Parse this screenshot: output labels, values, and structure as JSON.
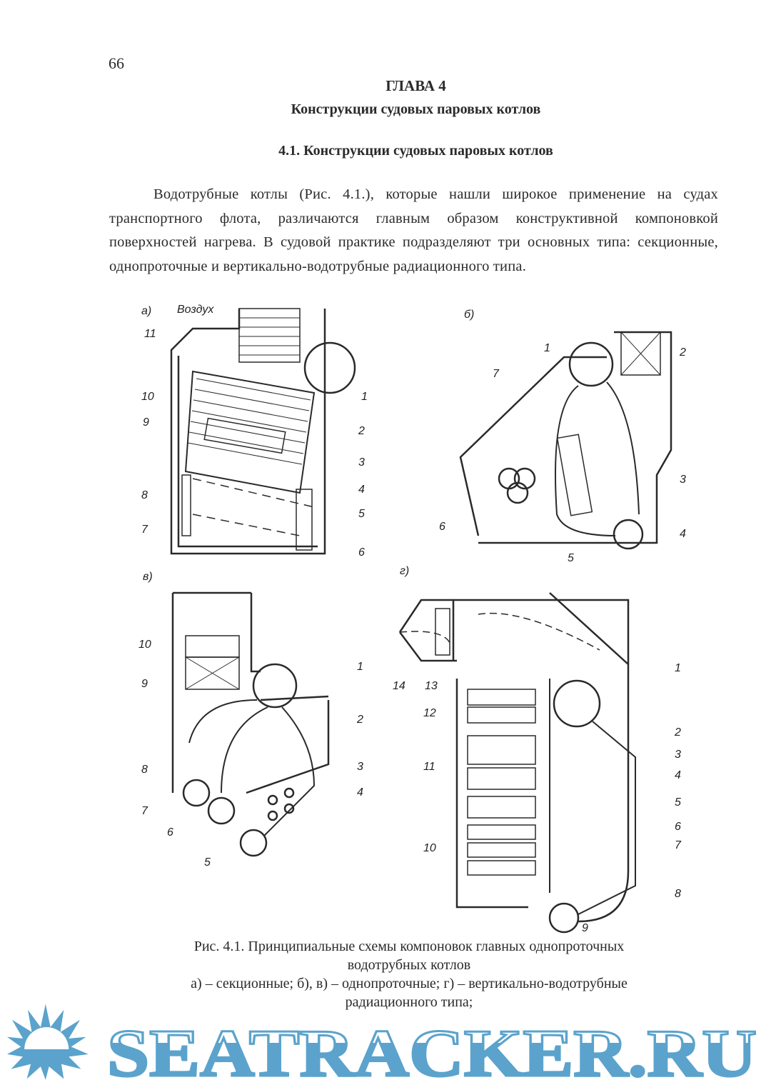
{
  "page_number": "66",
  "chapter_title": "ГЛАВА 4",
  "chapter_subtitle": "Конструкции судовых паровых котлов",
  "section_title": "4.1. Конструкции судовых паровых котлов",
  "paragraph": "Водотрубные котлы (Рис. 4.1.), которые нашли широкое применение на судах транспортного флота, различаются главным образом конструктивной компоновкой поверхностей нагрева. В судовой практике подразделяют три основных типа: секционные, однопроточные и вертикально-водотрубные радиационного типа.",
  "figure": {
    "panel_a": {
      "label": "а)",
      "air": "Воздух",
      "n": [
        "11",
        "10",
        "9",
        "8",
        "7",
        "1",
        "2",
        "3",
        "4",
        "5",
        "6"
      ]
    },
    "panel_b": {
      "label": "б)",
      "n": [
        "1",
        "2",
        "7",
        "3",
        "6",
        "5",
        "4"
      ]
    },
    "panel_v": {
      "label": "в)",
      "n": [
        "10",
        "9",
        "8",
        "7",
        "6",
        "5",
        "1",
        "2",
        "3",
        "4"
      ]
    },
    "panel_g": {
      "label": "г)",
      "n": [
        "14",
        "13",
        "12",
        "11",
        "10",
        "1",
        "2",
        "3",
        "4",
        "5",
        "6",
        "7",
        "8",
        "9"
      ]
    }
  },
  "caption": {
    "line1": "Рис. 4.1. Принципиальные схемы компоновок главных однопроточных",
    "line2": "водотрубных котлов",
    "line3": "а) – секционные; б), в) – однопроточные; г) – вертикально-водотрубные",
    "line4": "радиационного типа;"
  },
  "watermark": "SEATRACKER.RU",
  "colors": {
    "watermark": "#5ba3cc",
    "ink": "#2a2a2a"
  }
}
